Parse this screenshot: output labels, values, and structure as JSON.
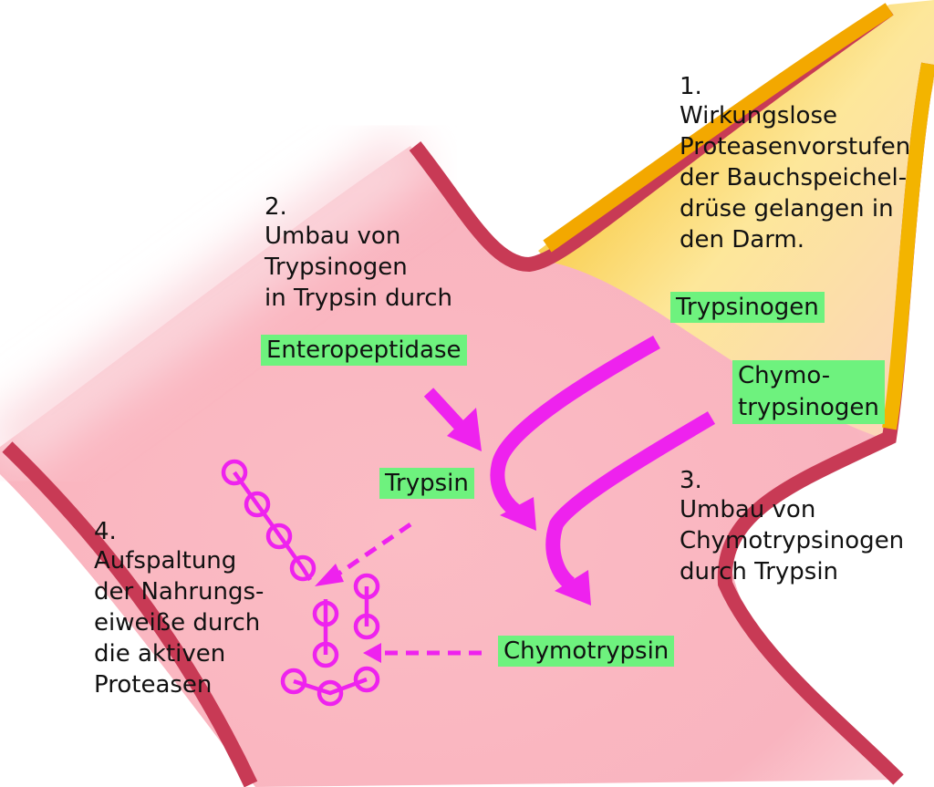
{
  "steps": {
    "step1": {
      "num": "1.",
      "text": "Wirkungslose\nProteasenvorstufen\nder Bauchspeichel-\ndrüse gelangen in\nden Darm."
    },
    "step2": {
      "num": "2.",
      "text": "Umbau von\nTrypsinogen\nin Trypsin durch"
    },
    "step3": {
      "num": "3.",
      "text": "Umbau von\nChymotrypsinogen\ndurch Trypsin"
    },
    "step4": {
      "num": "4.",
      "text": "Aufspaltung\nder Nahrungs-\neiweiße durch\ndie aktiven\nProteasen"
    }
  },
  "labels": {
    "trypsinogen": "Trypsinogen",
    "chymotrypsinogen": "Chymo-\ntrypsinogen",
    "enteropeptidase": "Enteropeptidase",
    "trypsin": "Trypsin",
    "chymotrypsin": "Chymotrypsin"
  },
  "colors": {
    "pink": "#f9b9c2",
    "wall": "#c83a55",
    "duct": "#f7c22a",
    "arrow": "#ee22ee",
    "label_bg": "#6ef27e"
  }
}
